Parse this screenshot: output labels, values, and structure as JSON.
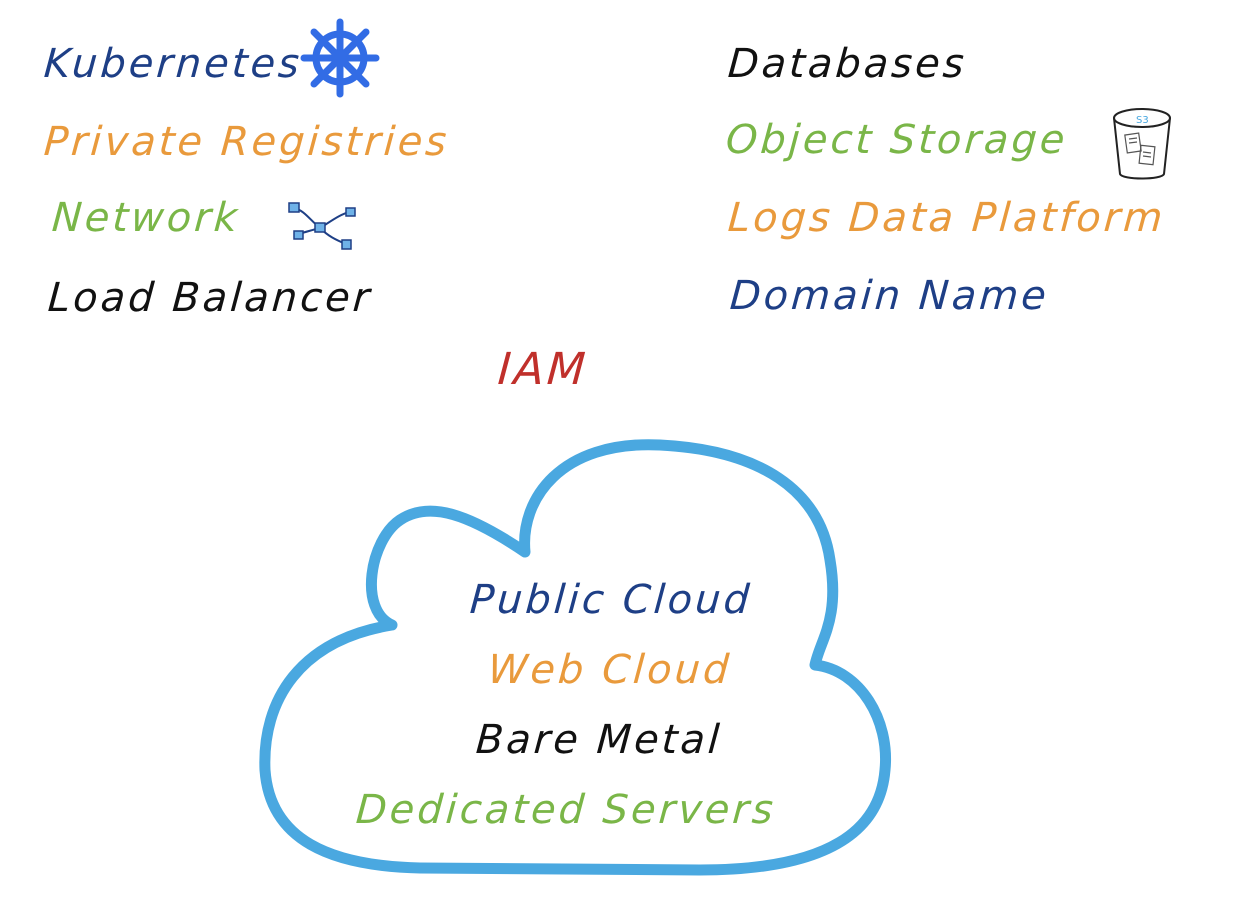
{
  "left_column": [
    {
      "key": "kubernetes",
      "label": "Kubernetes",
      "color": "#1e3f86"
    },
    {
      "key": "registries",
      "label": "Private Registries",
      "color": "#e99a3c"
    },
    {
      "key": "network",
      "label": "Network",
      "color": "#7ab648"
    },
    {
      "key": "loadbalancer",
      "label": "Load Balancer",
      "color": "#111111"
    }
  ],
  "right_column": [
    {
      "key": "databases",
      "label": "Databases",
      "color": "#111111"
    },
    {
      "key": "objectstorage",
      "label": "Object Storage",
      "color": "#7ab648"
    },
    {
      "key": "logs",
      "label": "Logs Data Platform",
      "color": "#e99a3c"
    },
    {
      "key": "domain",
      "label": "Domain Name",
      "color": "#1e3f86"
    }
  ],
  "center": {
    "label": "IAM",
    "color": "#c0302b"
  },
  "cloud": {
    "color": "#4aa8e0",
    "items": [
      {
        "label": "Public Cloud",
        "color": "#1e3f86"
      },
      {
        "label": "Web Cloud",
        "color": "#e99a3c"
      },
      {
        "label": "Bare Metal",
        "color": "#111111"
      },
      {
        "label": "Dedicated Servers",
        "color": "#7ab648"
      }
    ]
  },
  "icons": {
    "kubernetes": "kubernetes-helm-icon",
    "network": "network-nodes-icon",
    "objectstorage": {
      "name": "s3-bucket-icon",
      "text": "S3"
    }
  }
}
